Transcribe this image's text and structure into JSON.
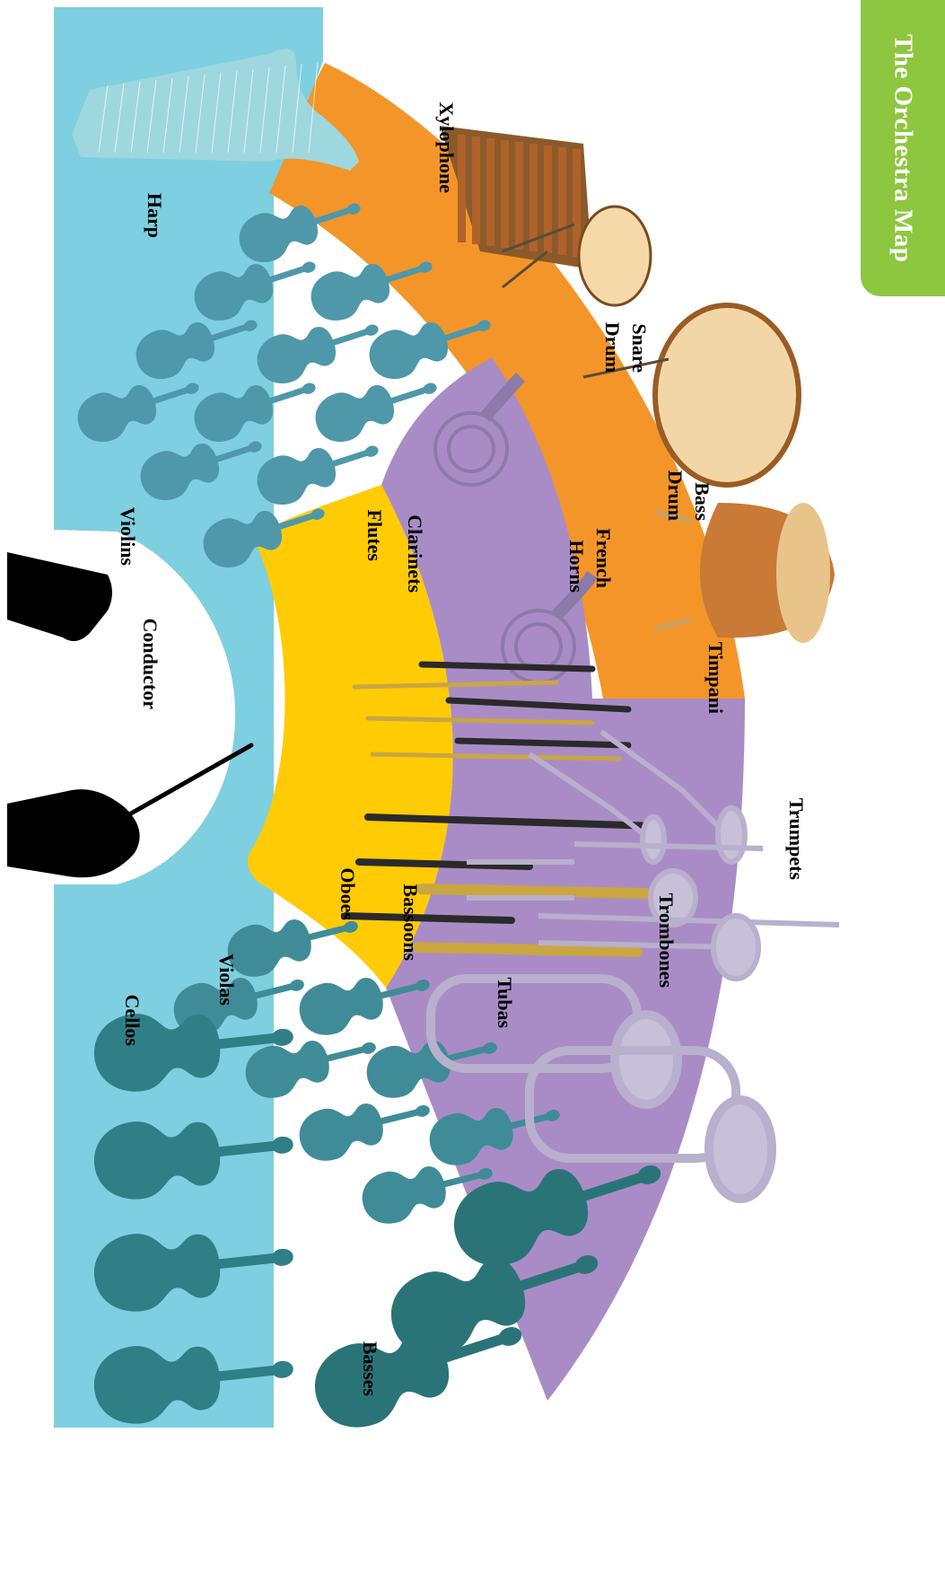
{
  "title": "The Orchestra Map",
  "colors": {
    "strings": "#7ECFDF",
    "percussion": "#F39529",
    "brass": "#A98CC6",
    "woodwinds": "#FFCB05",
    "title_tab": "#8DC63F",
    "violin_fill": "#4E98AA",
    "viola_fill": "#3F8C98",
    "cello_fill": "#2E7F86",
    "bass_fill": "#2A7478",
    "wood": "#B0622A",
    "brass_metal": "#C8C0D8",
    "woodwind_metal": "#C9A640"
  },
  "sections": {
    "strings": {
      "harp": "Harp",
      "violins": "Violins",
      "violas": "Violas",
      "cellos": "Cellos",
      "basses": "Basses"
    },
    "conductor": "Conductor",
    "woodwinds": {
      "clarinets": "Clarinets",
      "flutes": "Flutes",
      "bassoons": "Bassoons",
      "oboes": "Oboes"
    },
    "brass": {
      "french_horns_line1": "French",
      "french_horns_line2": "Horns",
      "trumpets": "Trumpets",
      "trombones": "Trombones",
      "tubas": "Tubas"
    },
    "percussion": {
      "xylophone": "Xylophone",
      "snare_line1": "Snare",
      "snare_line2": "Drum",
      "bass_drum_line1": "Bass",
      "bass_drum_line2": "Drum",
      "timpani": "Timpani"
    }
  },
  "icons": {
    "harp": "harp-icon",
    "violin": "violin-icon",
    "viola": "viola-icon",
    "cello": "cello-icon",
    "double_bass": "double-bass-icon",
    "conductor_hand": "conductor-hand-icon",
    "baton": "baton-icon",
    "clarinet": "clarinet-icon",
    "flute": "flute-icon",
    "oboe": "oboe-icon",
    "bassoon": "bassoon-icon",
    "french_horn": "french-horn-icon",
    "trumpet": "trumpet-icon",
    "trombone": "trombone-icon",
    "tuba": "tuba-icon",
    "xylophone": "xylophone-icon",
    "snare_drum": "snare-drum-icon",
    "bass_drum": "bass-drum-icon",
    "timpani": "timpani-icon"
  }
}
